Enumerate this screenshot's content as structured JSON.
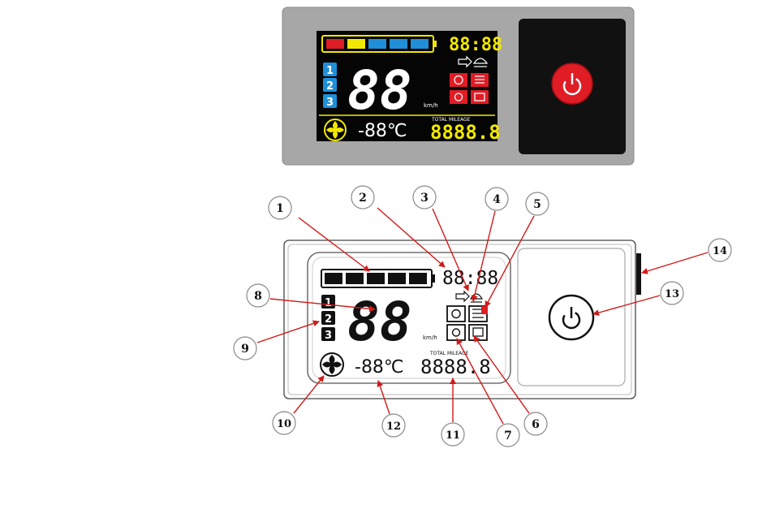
{
  "colors": {
    "device_body": "#a7a7a7",
    "lcd_bg": "#050505",
    "accent_yellow": "#f1e800",
    "accent_blue": "#1e8fd8",
    "accent_red": "#e01c25",
    "power_panel": "#111111",
    "callout_arrow": "#d11a1a"
  },
  "top_display": {
    "clock": "88:88",
    "gears": [
      "1",
      "2",
      "3"
    ],
    "speed": "88",
    "speed_unit": "km/h",
    "temperature": "-88℃",
    "mileage_label": "TOTAL MILEAGE",
    "mileage": "8888.8",
    "battery_segments": [
      "#e01c25",
      "#f1e800",
      "#1e8fd8",
      "#1e8fd8",
      "#1e8fd8"
    ],
    "icons": [
      "direction-arrow-icon",
      "horn-icon",
      "brake-warning-icon",
      "motor-fault-icon",
      "controller-fault-icon",
      "lock-icon"
    ]
  },
  "diagram": {
    "clock": "88:88",
    "gears": [
      "1",
      "2",
      "3"
    ],
    "speed": "88",
    "speed_unit": "km/h",
    "temperature": "-88℃",
    "mileage_label": "TOTAL MILEAGE",
    "mileage": "8888.8"
  },
  "callouts": [
    "1",
    "2",
    "3",
    "4",
    "5",
    "6",
    "7",
    "8",
    "9",
    "10",
    "11",
    "12",
    "13",
    "14"
  ]
}
